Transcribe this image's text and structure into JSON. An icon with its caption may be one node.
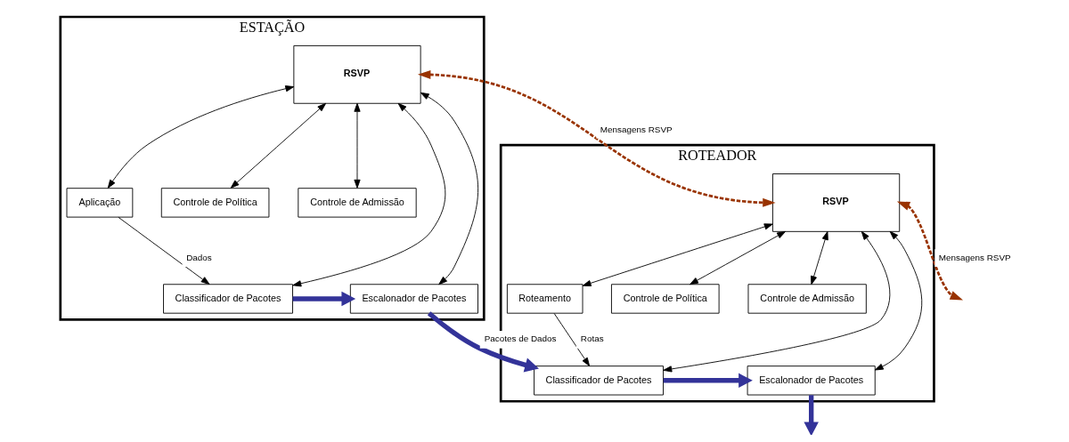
{
  "diagram": {
    "nodes": [
      {
        "text": [
          "ESTAÇÃO"
        ]
      },
      {
        "text": [
          "RSVP"
        ],
        "in": 0
      },
      {
        "text": [
          "Aplicação"
        ],
        "in": 0
      },
      {
        "text": [
          "Controle de Política"
        ],
        "in": 0
      },
      {
        "text": [
          "Controle de Admissão"
        ],
        "in": 0
      },
      {
        "text": [
          "Classificador de Pacotes"
        ],
        "in": 0
      },
      {
        "text": [
          "Escalonador de Pacotes"
        ],
        "in": 0
      },
      {
        "text": [
          "ROTEADOR"
        ]
      },
      {
        "text": [
          "RSVP"
        ],
        "in": 7
      },
      {
        "text": [
          "Roteamento"
        ],
        "in": 7
      },
      {
        "text": [
          "Controle de Política"
        ],
        "in": 7
      },
      {
        "text": [
          "Controle de Admissão"
        ],
        "in": 7
      },
      {
        "text": [
          "Classificador de Pacotes"
        ],
        "in": 7
      },
      {
        "text": [
          "Escalonador de Pacotes"
        ],
        "in": 7
      }
    ],
    "edges": [
      {
        "from": 1,
        "to": 8,
        "arrow": "both",
        "label": "Mensagens RSVP",
        "style": "dashed",
        "color": "#993300"
      },
      {
        "from": 8,
        "to": null,
        "arrow": "both",
        "label": "Mensagens RSVP",
        "style": "dashed",
        "color": "#993300"
      },
      {
        "from": 1,
        "to": 2,
        "arrow": "both"
      },
      {
        "from": 1,
        "to": 3,
        "arrow": "both"
      },
      {
        "from": 1,
        "to": 4,
        "arrow": "both"
      },
      {
        "from": 1,
        "to": 5,
        "arrow": "both"
      },
      {
        "from": 1,
        "to": 6,
        "arrow": "both"
      },
      {
        "from": 2,
        "to": 5,
        "arrow": "to",
        "label": "Dados"
      },
      {
        "from": 5,
        "to": 6,
        "arrow": "to",
        "style": "thick",
        "color": "#333399"
      },
      {
        "from": 6,
        "to": 12,
        "arrow": "to",
        "label": "Pacotes de Dados",
        "style": "thick",
        "color": "#333399"
      },
      {
        "from": 8,
        "to": 9,
        "arrow": "both"
      },
      {
        "from": 8,
        "to": 10,
        "arrow": "both"
      },
      {
        "from": 8,
        "to": 11,
        "arrow": "both"
      },
      {
        "from": 8,
        "to": 12,
        "arrow": "both"
      },
      {
        "from": 8,
        "to": 13,
        "arrow": "both"
      },
      {
        "from": 9,
        "to": 12,
        "arrow": "to",
        "label": "Rotas"
      },
      {
        "from": 12,
        "to": 13,
        "arrow": "to",
        "style": "thick",
        "color": "#333399"
      },
      {
        "from": 13,
        "to": null,
        "arrow": "to",
        "style": "thick",
        "color": "#333399"
      }
    ]
  }
}
